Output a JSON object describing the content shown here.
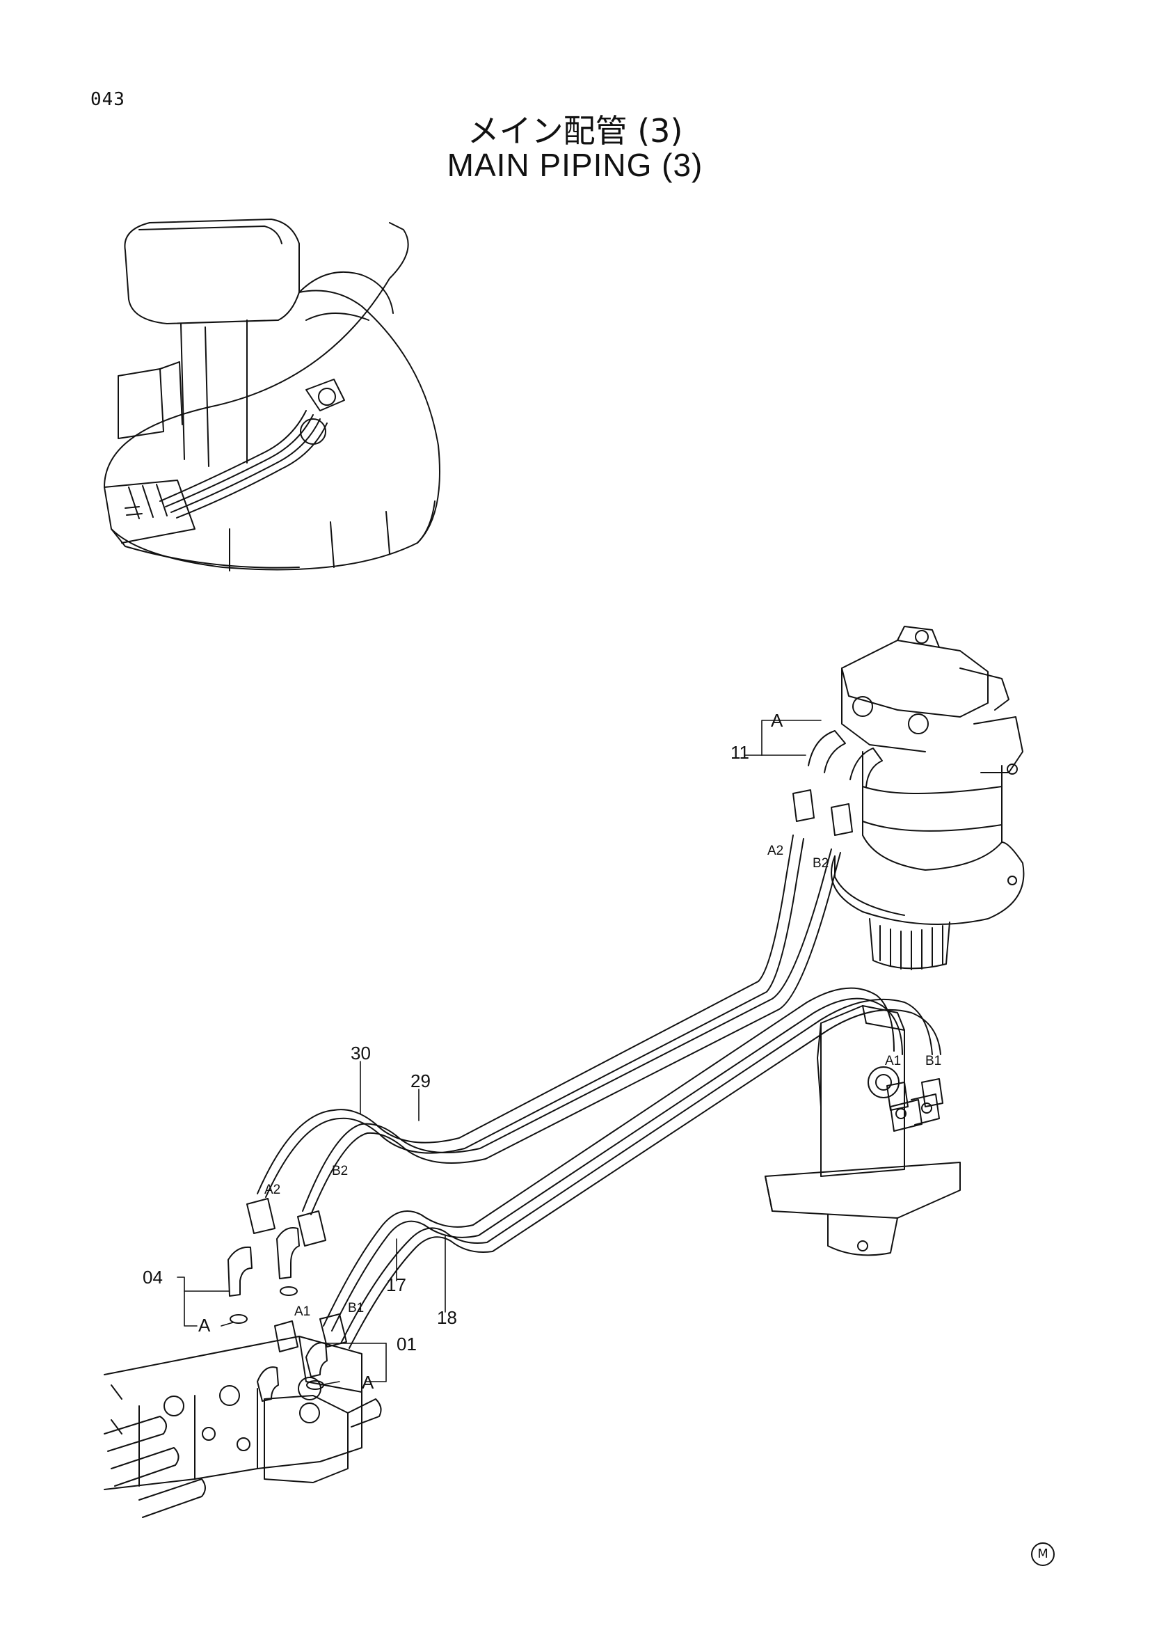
{
  "header": {
    "page_number": "043",
    "title_jp": "メイン配管 (3)",
    "title_en": "MAIN PIPING (3)"
  },
  "callouts": {
    "c11": "11",
    "c04": "04",
    "c01": "01",
    "c30": "30",
    "c29": "29",
    "c17": "17",
    "c18": "18",
    "detail_a": "A"
  },
  "ports": {
    "a1": "A1",
    "a2": "A2",
    "b1": "B1",
    "b2": "B2"
  },
  "footer": {
    "mark": "M"
  }
}
